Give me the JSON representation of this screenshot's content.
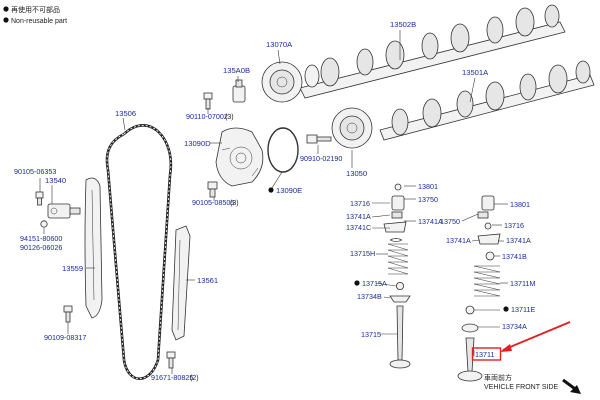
{
  "legend": {
    "non_reusable_jp": "再使用不可部品",
    "non_reusable_en": "Non-reusable part"
  },
  "labels": {
    "p13502B": "13502B",
    "p13501A": "13501A",
    "p13070A": "13070A",
    "p135A0B": "135A0B",
    "p90110_07002": "90110-07002",
    "p90110_qty": "(3)",
    "p13506": "13506",
    "p13090D": "13090D",
    "p90910_02190": "90910-02190",
    "p13050": "13050",
    "p13090E": "13090E",
    "p90105_08505": "90105-08505",
    "p90105_qty": "(3)",
    "p90105_06353": "90105-06353",
    "p13540": "13540",
    "p94151_80600": "94151-80600",
    "p90126_06026": "90126-06026",
    "p13559": "13559",
    "p13561": "13561",
    "p90109_08317": "90109-08317",
    "p91671_80825": "91671-80825",
    "p91671_qty": "(2)",
    "l13716": "13716",
    "l13741A_a": "13741A",
    "l13741C": "13741C",
    "l13750": "13750",
    "l13741A_b": "13741A",
    "l13801": "13801",
    "l13715H": "13715H",
    "l13715A": "13715A",
    "l13734B": "13734B",
    "l13715": "13715",
    "r13801": "13801",
    "r13716": "13716",
    "r13750": "13750",
    "r13741A_a": "13741A",
    "r13741A_b": "13741A",
    "r13741B": "13741B",
    "r13711M": "13711M",
    "r13711E": "13711E",
    "r13734A": "13734A",
    "r13711": "13711"
  },
  "footer": {
    "front_jp": "車両前方",
    "front_en": "VEHICLE FRONT SIDE"
  },
  "colors": {
    "label_blue": "#1a2a9c",
    "highlight_red": "#e02020"
  }
}
